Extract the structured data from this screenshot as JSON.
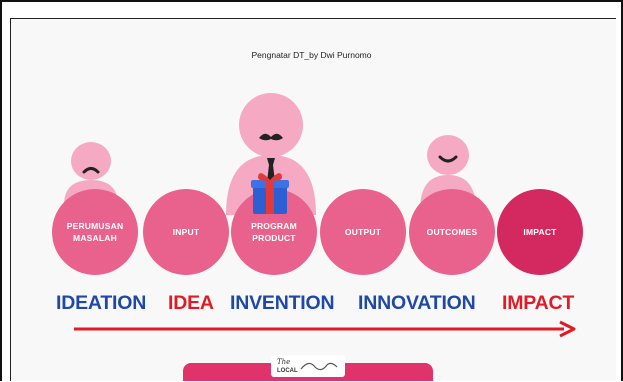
{
  "header": {
    "caption": "Pengnatar DT_by Dwi Purnomo"
  },
  "stages": [
    {
      "lines": [
        "PERUMUSAN",
        "MASALAH"
      ]
    },
    {
      "lines": [
        "INPUT"
      ]
    },
    {
      "lines": [
        "PROGRAM",
        "PRODUCT"
      ]
    },
    {
      "lines": [
        "OUTPUT"
      ]
    },
    {
      "lines": [
        "OUTCOMES"
      ]
    },
    {
      "lines": [
        "IMPACT"
      ]
    }
  ],
  "words": [
    {
      "text": "IDEATION",
      "color": "#1e49a8"
    },
    {
      "text": "IDEA",
      "color": "#e01b26"
    },
    {
      "text": "INVENTION",
      "color": "#1e49a8"
    },
    {
      "text": "INNOVATION",
      "color": "#1e49a8"
    },
    {
      "text": "IMPACT",
      "color": "#e01b26"
    }
  ],
  "colors": {
    "circle_light": "#e9628e",
    "circle_dark": "#d42860",
    "figure": "#f6a9c2",
    "arrow": "#e01b26",
    "bar": "#e0336c"
  },
  "logo": {
    "line1": "The",
    "line2": "LOCAL"
  }
}
